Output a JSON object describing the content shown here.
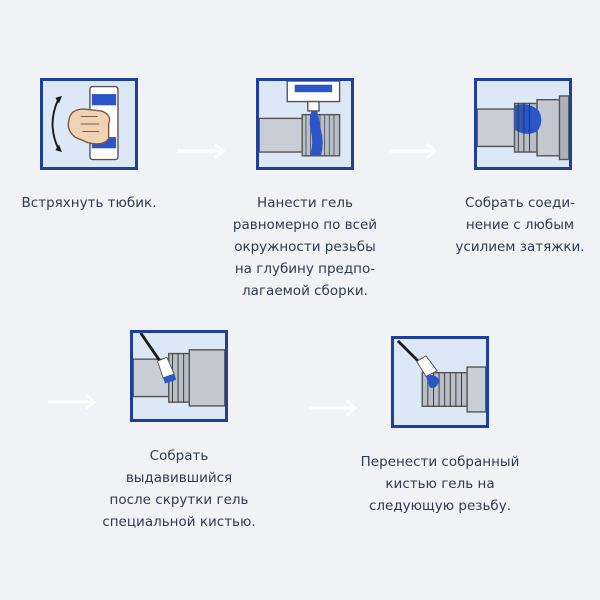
{
  "steps": [
    {
      "lines": [
        "Встряхнуть тюбик."
      ]
    },
    {
      "lines": [
        "Нанести гель",
        "равномерно по всей",
        "окружности резьбы",
        "на глубину предпо-",
        "лагаемой сборки."
      ]
    },
    {
      "lines": [
        "Собрать соеди-",
        "нение с любым",
        "усилием затяжки."
      ]
    },
    {
      "lines": [
        "Собрать",
        "выдавившийся",
        "после скрутки гель",
        "специальной кистью."
      ]
    },
    {
      "lines": [
        "Перенести собранный",
        "кистью гель на",
        "следующую резьбу."
      ]
    }
  ],
  "colors": {
    "frame": "#1f3f9c",
    "frame_fill": "#dce8f6",
    "gel": "#2a56c8",
    "metal": "#b8bfc8",
    "text": "#2e3b4e",
    "arrow": "#ffffff"
  }
}
